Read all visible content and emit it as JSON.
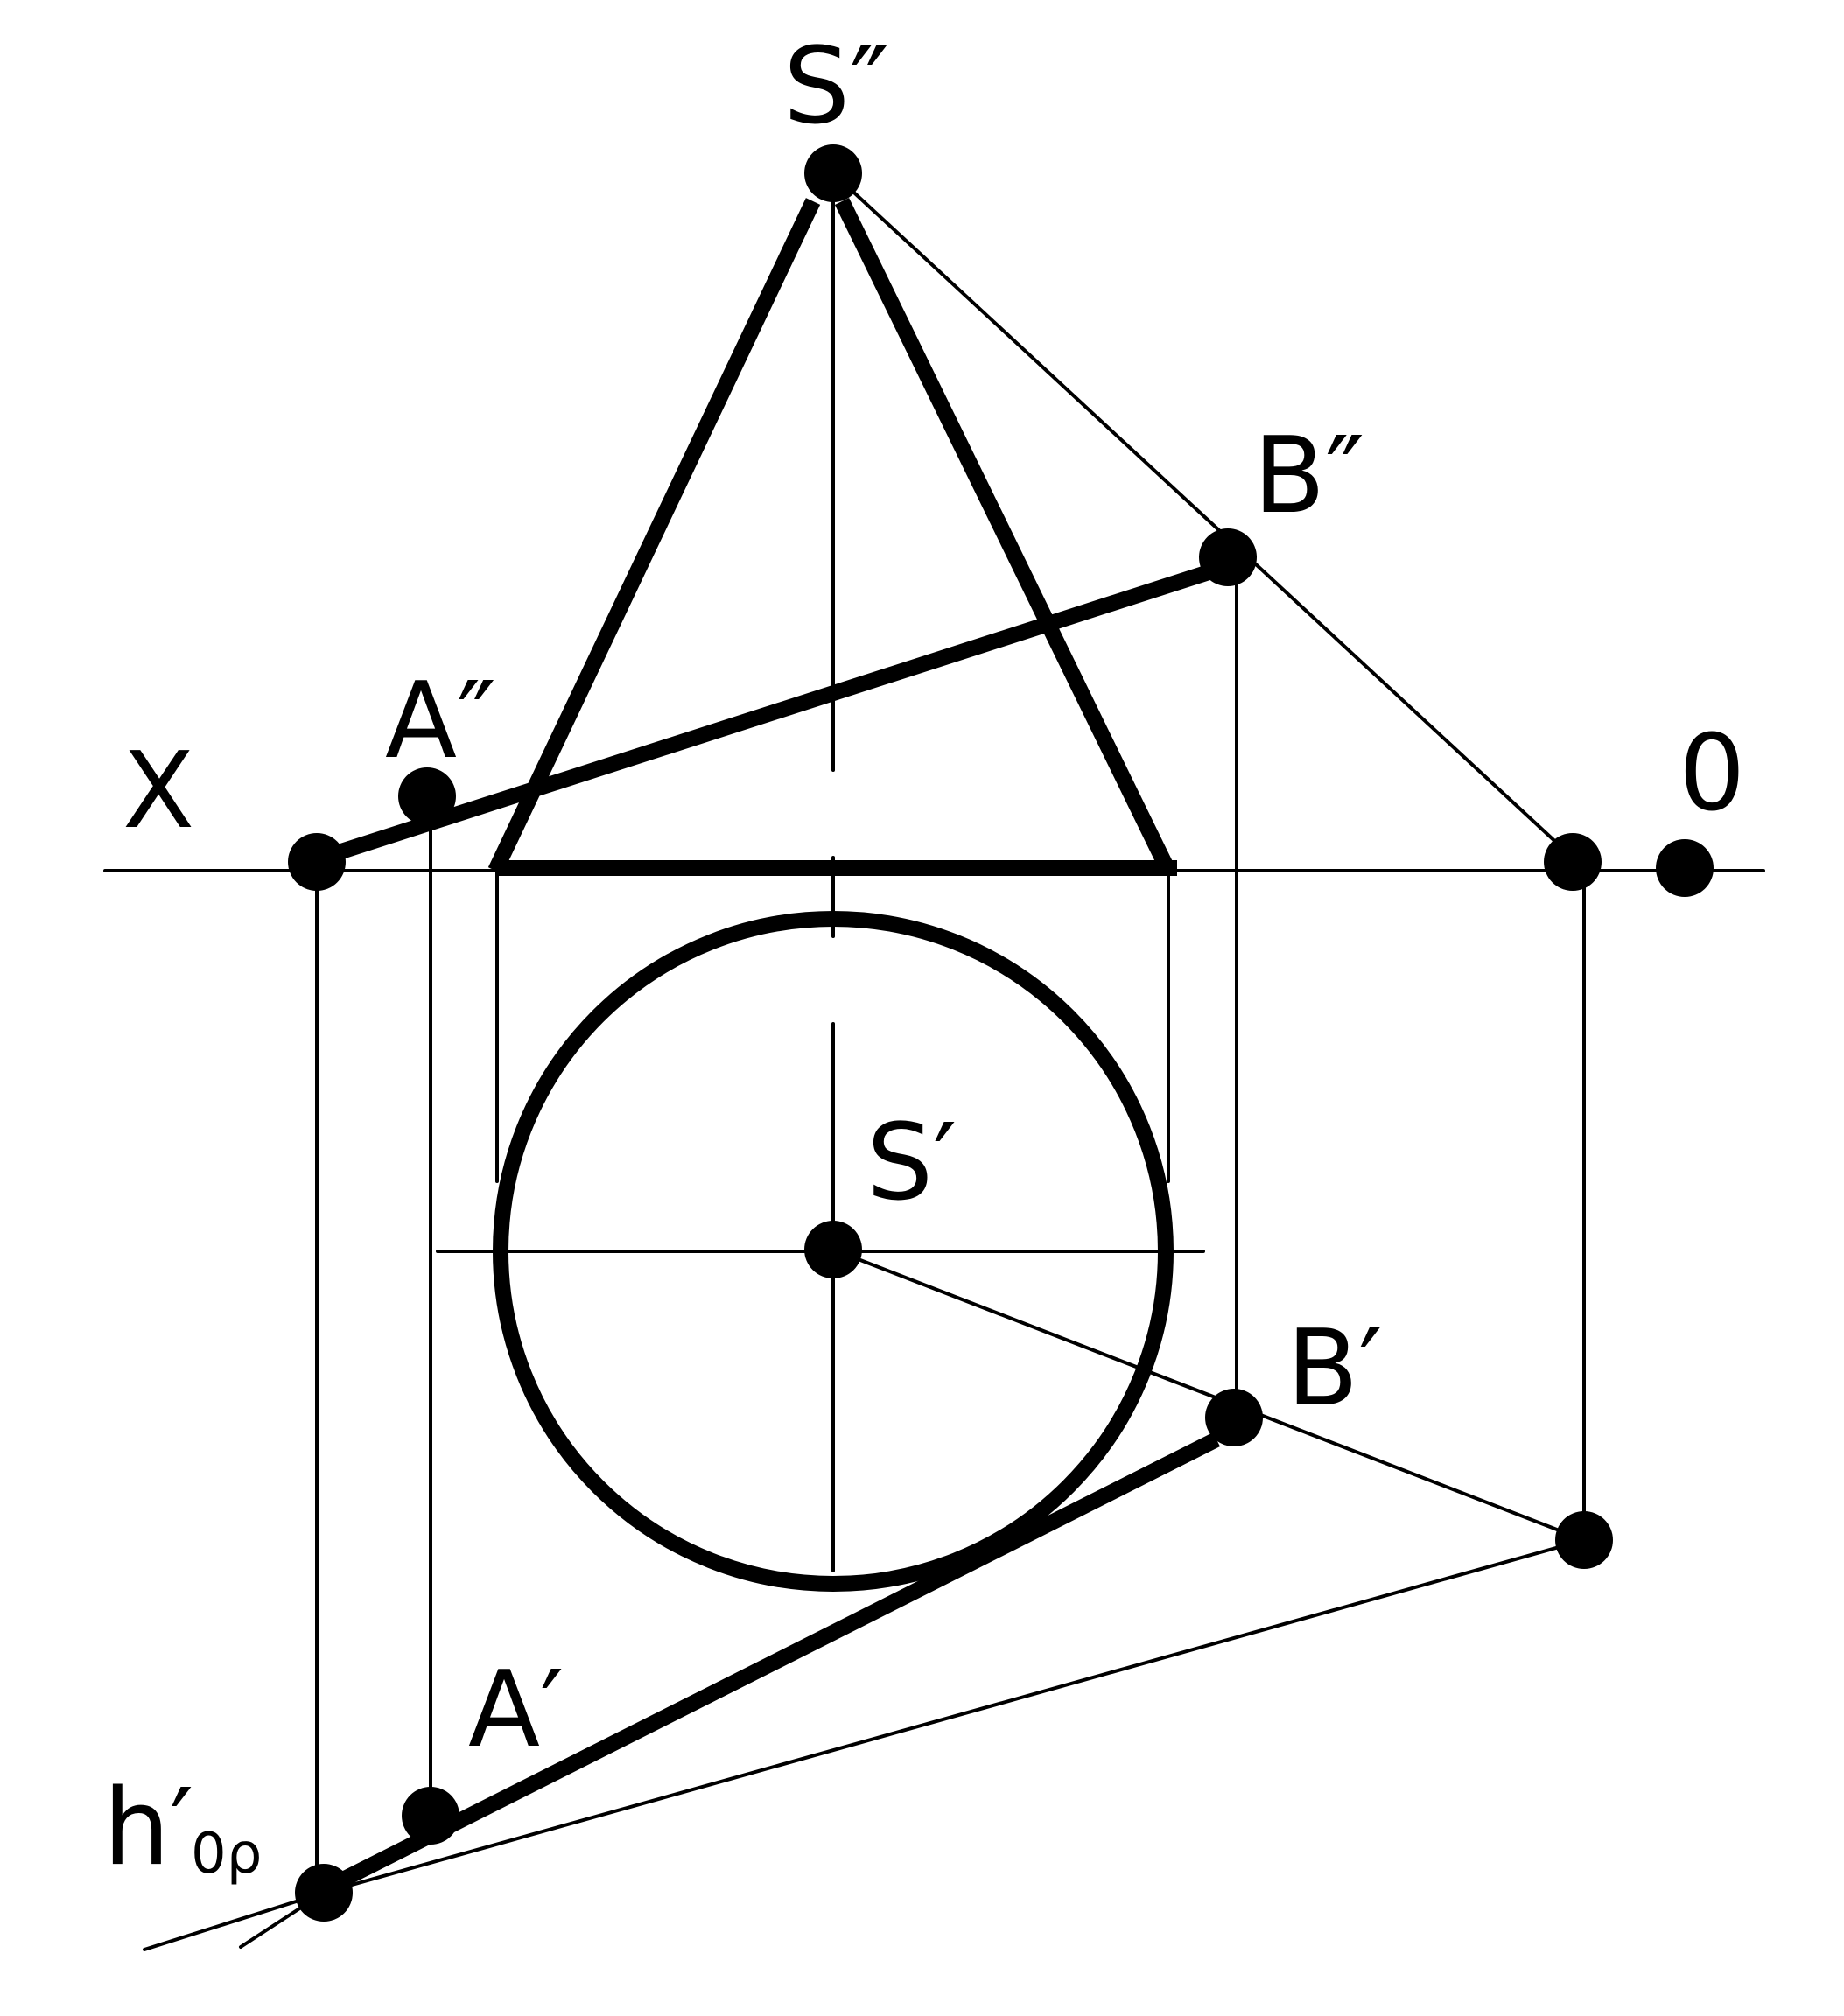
{
  "labels": {
    "s_front": "S″",
    "b_front": "B″",
    "a_front": "A″",
    "x_axis": "X",
    "origin": "0",
    "s_top": "S′",
    "b_top": "B′",
    "a_top": "A′",
    "h_main": "h′",
    "h_sub": "0ρ"
  },
  "colors": {
    "ink": "#000000",
    "paper": "#ffffff"
  }
}
